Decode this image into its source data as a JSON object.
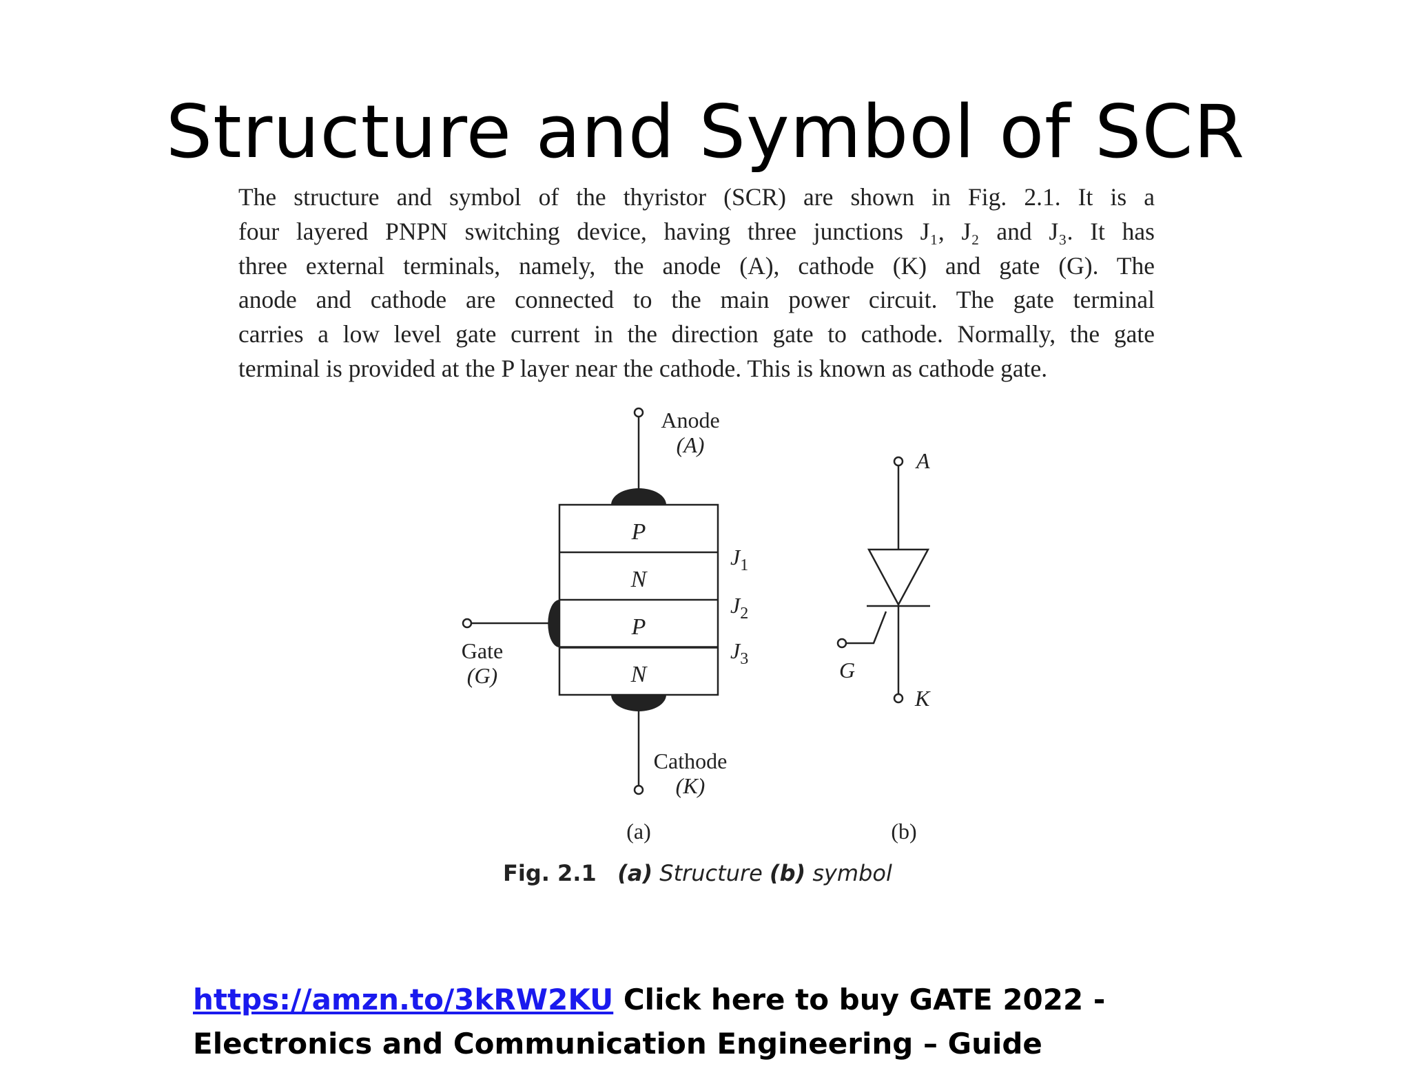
{
  "slide": {
    "title": "Structure and Symbol of SCR"
  },
  "paragraph": {
    "lines": [
      "The structure and symbol of the thyristor (SCR) are shown in Fig. 2.1. It is a",
      "four layered PNPN switching device, having three junctions J₁, J₂ and J₃. It has",
      "three external terminals, namely, the anode (A), cathode (K) and gate (G). The",
      "anode and cathode are connected to the main power circuit. The gate terminal",
      "carries a low level gate current in the direction gate to cathode. Normally, the gate",
      "terminal is provided at the P layer near the cathode. This is known as cathode gate."
    ]
  },
  "structure": {
    "layers": [
      "P",
      "N",
      "P",
      "N"
    ],
    "junctions": [
      "J",
      "J",
      "J"
    ],
    "junction_subscripts": [
      "1",
      "2",
      "3"
    ],
    "anode_label": "Anode",
    "anode_symbol": "(A)",
    "cathode_label": "Cathode",
    "cathode_symbol": "(K)",
    "gate_label": "Gate",
    "gate_symbol": "(G)",
    "sublabel": "(a)"
  },
  "symbol": {
    "anode": "A",
    "cathode": "K",
    "gate": "G",
    "sublabel": "(b)"
  },
  "caption": {
    "fig": "Fig. 2.1",
    "a": "(a)",
    "a_text": "Structure",
    "b": "(b)",
    "b_text": "symbol"
  },
  "footer": {
    "link_text": "https://amzn.to/3kRW2KU",
    "text": " Click here to buy GATE 2022 - Electronics and Communication Engineering – Guide"
  },
  "colors": {
    "link": "#1a1aee",
    "ink": "#222222"
  }
}
